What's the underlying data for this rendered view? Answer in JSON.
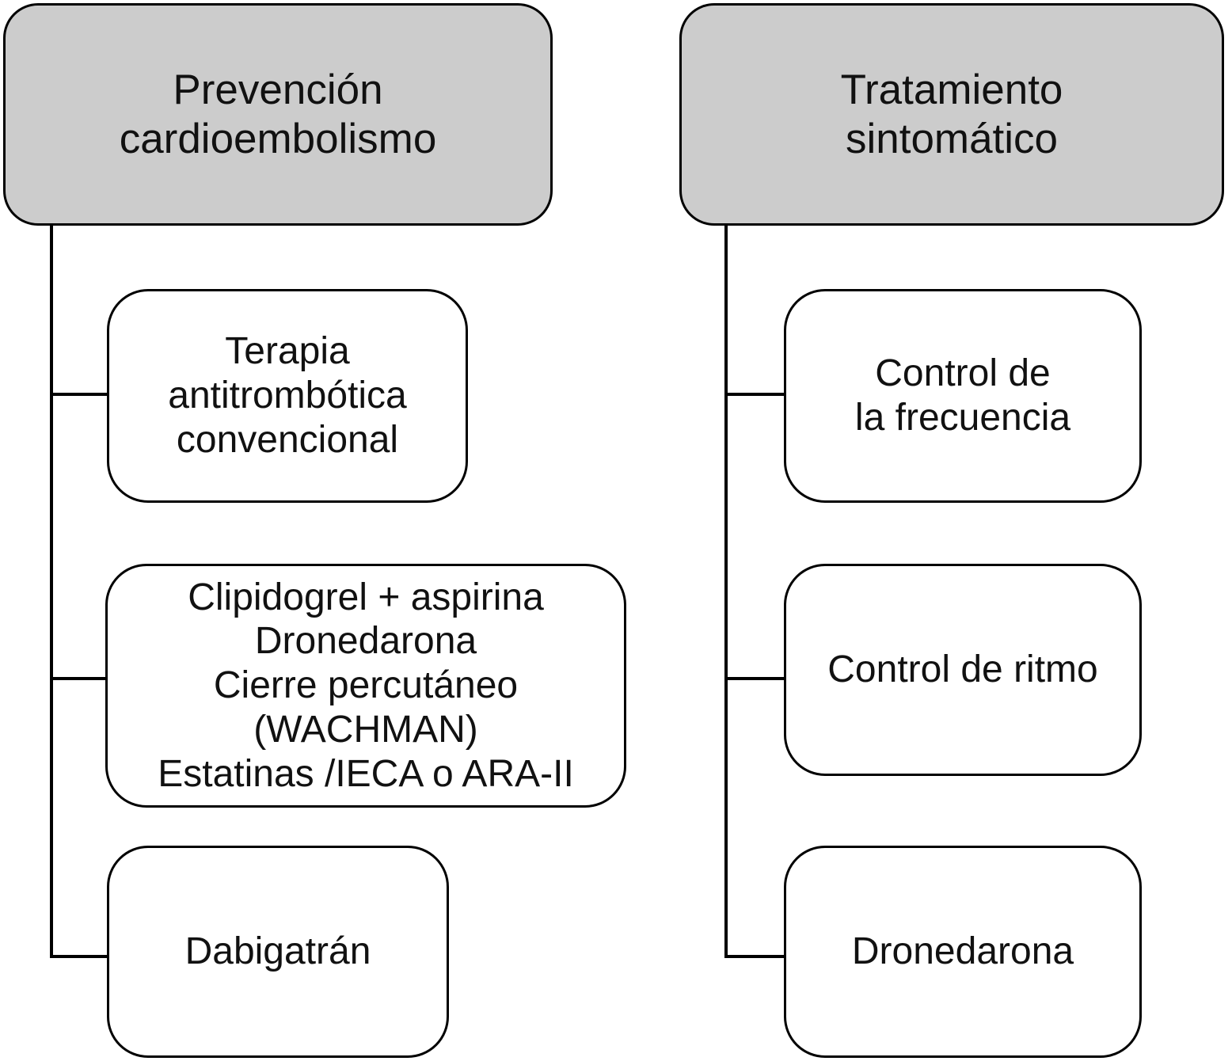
{
  "diagram": {
    "type": "tree-flowchart",
    "colors": {
      "header_fill": "#cccccc",
      "node_fill": "#ffffff",
      "border": "#000000",
      "background": "#ffffff"
    },
    "columns": [
      {
        "header": {
          "label": "Prevención\ncardioembolismo"
        },
        "children": [
          {
            "label": "Terapia\nantitrombótica\nconvencional"
          },
          {
            "label": "Clipidogrel + aspirina\nDronedarona\nCierre percutáneo\n(WACHMAN)\nEstatinas /IECA o ARA-II"
          },
          {
            "label": "Dabigatrán"
          }
        ]
      },
      {
        "header": {
          "label": "Tratamiento\nsintomático"
        },
        "children": [
          {
            "label": "Control de\nla frecuencia"
          },
          {
            "label": "Control de ritmo"
          },
          {
            "label": "Dronedarona"
          }
        ]
      }
    ]
  }
}
